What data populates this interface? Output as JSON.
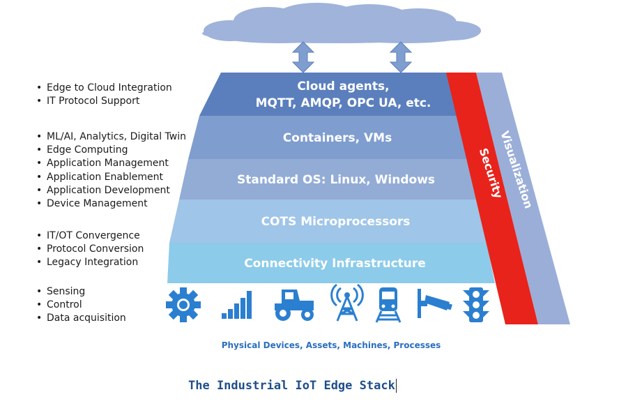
{
  "stack": {
    "layers": [
      {
        "lines": [
          "Cloud agents,",
          "MQTT, AMQP, OPC UA, etc."
        ],
        "color": "#5b7fbd"
      },
      {
        "lines": [
          "Containers, VMs"
        ],
        "color": "#7f9dcf"
      },
      {
        "lines": [
          "Standard OS:  Linux, Windows"
        ],
        "color": "#93acd6"
      },
      {
        "lines": [
          "COTS Microprocessors"
        ],
        "color": "#9fc5e8"
      },
      {
        "lines": [
          "Connectivity Infrastructure"
        ],
        "color": "#8ccbea"
      }
    ],
    "security_label": "Security",
    "security_color": "#e8231b",
    "visualization_label": "Visualization",
    "visualization_color": "#9aaed8",
    "cloud_color": "#9fb3db"
  },
  "bullet_groups": [
    [
      "Edge to Cloud Integration",
      "IT Protocol Support"
    ],
    [
      "ML/AI, Analytics, Digital Twin",
      "Edge Computing",
      "Application Management",
      "Application Enablement",
      "Application Development",
      "Device Management"
    ],
    [
      "IT/OT Convergence",
      "Protocol Conversion",
      "Legacy Integration"
    ],
    [
      "Sensing",
      "Control",
      "Data acquisition"
    ]
  ],
  "devices": {
    "icons": [
      "gear-icon",
      "signal-bars-icon",
      "tractor-icon",
      "radio-tower-icon",
      "train-icon",
      "security-camera-icon",
      "traffic-light-icon"
    ],
    "icon_color": "#2b7fd0",
    "caption": "Physical Devices, Assets, Machines, Processes"
  },
  "title": "The Industrial IoT Edge Stack"
}
